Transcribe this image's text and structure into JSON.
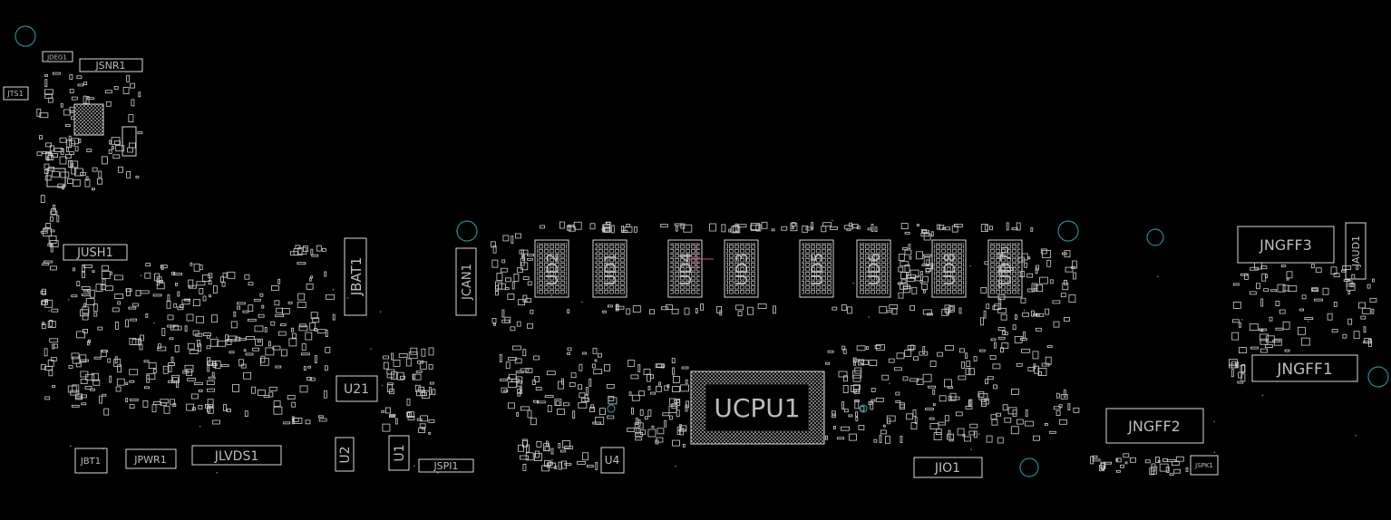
{
  "board": {
    "background": "#000000",
    "outline_color": "#d9d9d9",
    "fiducial_color": "#1f8f8f",
    "marker_color": "#c06070"
  },
  "labels": {
    "jdeg1": "JDEG1",
    "jsnr1": "JSNR1",
    "jts1": "JTS1",
    "jush1": "JUSH1",
    "jbat1": "JBAT1",
    "jcan1": "JCAN1",
    "ud2": "UD2",
    "ud1": "UD1",
    "ud4": "UD4",
    "ud3": "UD3",
    "ud5": "UD5",
    "ud6": "UD6",
    "ud8": "UD8",
    "ud7": "UD7",
    "ucpu1": "UCPU1",
    "u21": "U21",
    "u2": "U2",
    "u1": "U1",
    "u4": "U4",
    "jspi1": "JSPI1",
    "jbt1": "JBT1",
    "jpwr1": "JPWR1",
    "jlvds1": "JLVDS1",
    "jio1": "JIO1",
    "jngff2": "JNGFF2",
    "jngff3": "JNGFF3",
    "jngff1": "JNGFF1",
    "jaud1": "JAUD1",
    "jspk1": "JSPK1"
  }
}
